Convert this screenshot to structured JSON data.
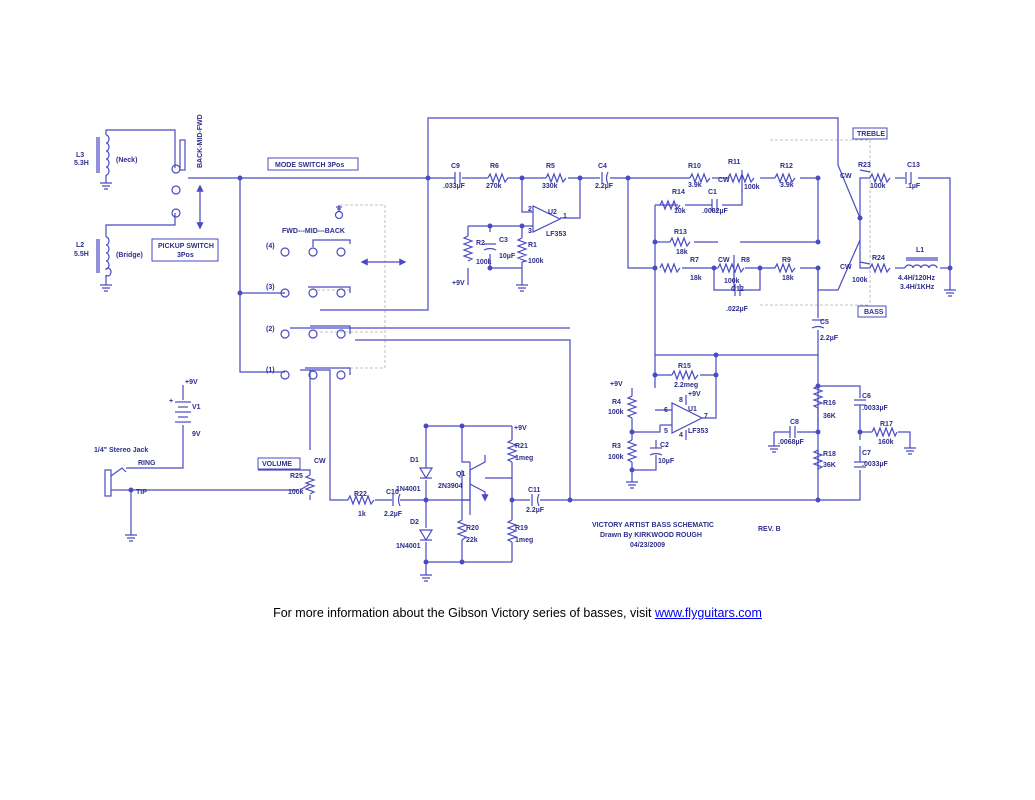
{
  "title": {
    "line1": "VICTORY ARTIST BASS SCHEMATIC",
    "line2": "Drawn By KIRKWOOD ROUGH",
    "date": "04/23/2009",
    "rev": "REV. B"
  },
  "boxes": {
    "mode_switch": "MODE SWITCH 3Pos",
    "pickup_switch_1": "PICKUP SWITCH",
    "pickup_switch_2": "3Pos",
    "treble": "TREBLE",
    "bass": "BASS",
    "volume": "VOLUME"
  },
  "switch": {
    "vertical": "BACK-MID-FWD",
    "header": "FWD---MID---BACK",
    "pos4": "(4)",
    "pos3": "(3)",
    "pos2": "(2)",
    "pos1": "(1)"
  },
  "pickups": {
    "L3": "L3",
    "L3_val": "5.3H",
    "L3_name": "(Neck)",
    "L2": "L2",
    "L2_val": "5.5H",
    "L2_name": "(Bridge)"
  },
  "battery": {
    "plus": "+9V",
    "name": "V1",
    "val": "9V"
  },
  "jack": {
    "name": "1/4\" Stereo Jack",
    "ring": "RING",
    "tip": "TIP"
  },
  "comp": {
    "C9": "C9",
    "C9v": ".033µF",
    "R6": "R6",
    "R6v": "270k",
    "R5": "R5",
    "R5v": "330k",
    "C4": "C4",
    "C4v": "2.2µF",
    "R10": "R10",
    "R10v": "3.9k",
    "R11": "R11",
    "R11v": "100k",
    "R12": "R12",
    "R12v": "3.9k",
    "R14": "R14",
    "R14v": "10k",
    "C1": "C1",
    "C1v": ".0082µF",
    "R13": "R13",
    "R13v": "18k",
    "R7": "R7",
    "R7v": "18k",
    "R8": "R8",
    "R8v": "100k",
    "R9": "R9",
    "R9v": "18k",
    "C12": "C12",
    "C12v": ".022µF",
    "R23": "R23",
    "R23v": "100k",
    "C13": "C13",
    "C13v": ".1µF",
    "L1": "L1",
    "L1v1": "4.4H/120Hz",
    "L1v2": "3.4H/1KHz",
    "R24": "R24",
    "R24v": "100k",
    "U2": "U2",
    "U2v": "LF353",
    "R2": "R2",
    "R2v": "100k",
    "C3": "C3",
    "C3v": "10µF",
    "R1": "R1",
    "R1v": "100k",
    "C5": "C5",
    "C5v": "2.2µF",
    "R15": "R15",
    "R15v": "2.2meg",
    "R4": "R4",
    "R4v": "100k",
    "R3": "R3",
    "R3v": "100k",
    "C2": "C2",
    "C2v": "10µF",
    "U1": "U1",
    "U1v": "LF353",
    "C6": "C6",
    "C6v": ".0033µF",
    "R16": "R16",
    "R16v": "36K",
    "C8": "C8",
    "C8v": ".0068µF",
    "R17": "R17",
    "R17v": "160k",
    "R18": "R18",
    "R18v": "36K",
    "C7": "C7",
    "C7v": ".0033µF",
    "R25": "R25",
    "R25v": "100k",
    "R22": "R22",
    "R22v": "1k",
    "C10": "C10",
    "C10v": "2.2µF",
    "D1": "D1",
    "D1v": "1N4001",
    "D2": "D2",
    "D2v": "1N4001",
    "Q1": "Q1",
    "Q1v": "2N3904",
    "R21": "R21",
    "R21v": "1meg",
    "C11": "C11",
    "C11v": "2.2µF",
    "R20": "R20",
    "R20v": "22k",
    "R19": "R19",
    "R19v": "1meg"
  },
  "misc": {
    "cw": "CW",
    "plus9": "+9V",
    "p2": "2",
    "p3": "3",
    "p1": "1",
    "p5": "5",
    "p6": "6",
    "p7": "7",
    "p8": "8",
    "p4": "4",
    "plus": "+"
  },
  "footer": {
    "text": "For more information about the Gibson Victory series of basses, visit ",
    "link": "www.flyguitars.com"
  }
}
